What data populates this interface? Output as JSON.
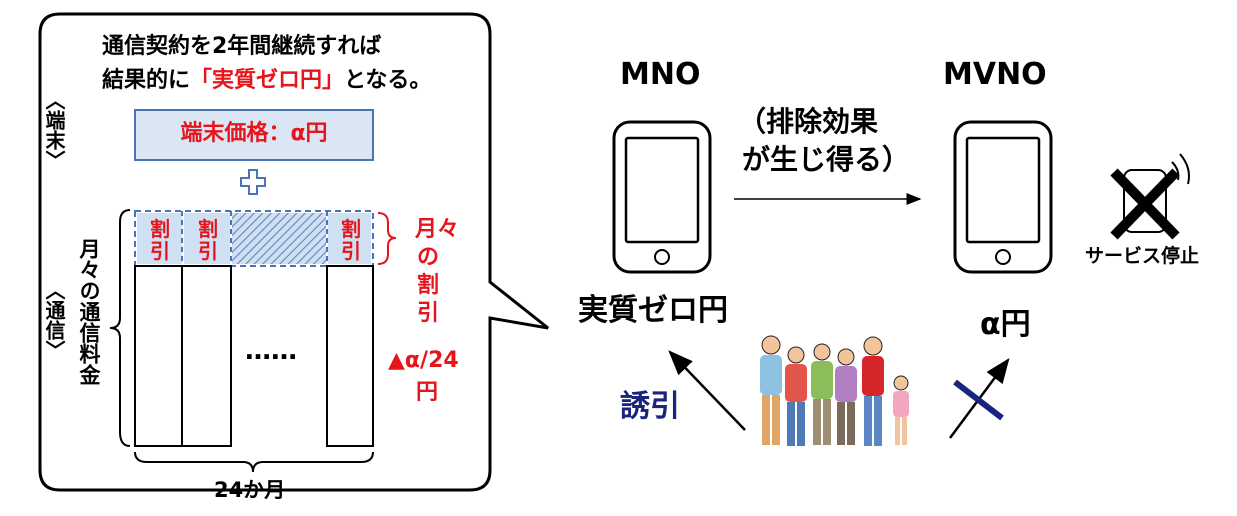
{
  "callout": {
    "line1": "通信契約を2年間継続すれば",
    "line2_prefix": "結果的に",
    "line2_highlight": "「実質ゼロ円」",
    "line2_suffix": "となる。"
  },
  "left_panel": {
    "terminal_side_label": "〈端末〉",
    "comm_side_label": "〈通信〉",
    "monthly_fee_label": "月々の通信料金",
    "terminal_price": "端末価格：α円",
    "plus_symbol": "✚",
    "discount_cell_label": "割引",
    "dots": "……",
    "months_label": "24か月",
    "monthly_discount_label": "月々の割引",
    "discount_amount": "▲α/24",
    "discount_unit": "円"
  },
  "right_panel": {
    "mno_label": "MNO",
    "mvno_label": "MVNO",
    "exclusion_line1": "（排除効果",
    "exclusion_line2": "が生じ得る）",
    "mno_price": "実質ゼロ円",
    "mvno_price": "α円",
    "induce_label": "誘引",
    "service_stop_label": "サービス停止"
  },
  "colors": {
    "red": "#e8141b",
    "navy": "#1a237e",
    "price_box_fill": "#dbe6f4",
    "price_box_border": "#4a74b8",
    "discount_fill": "#cfe0f3"
  }
}
